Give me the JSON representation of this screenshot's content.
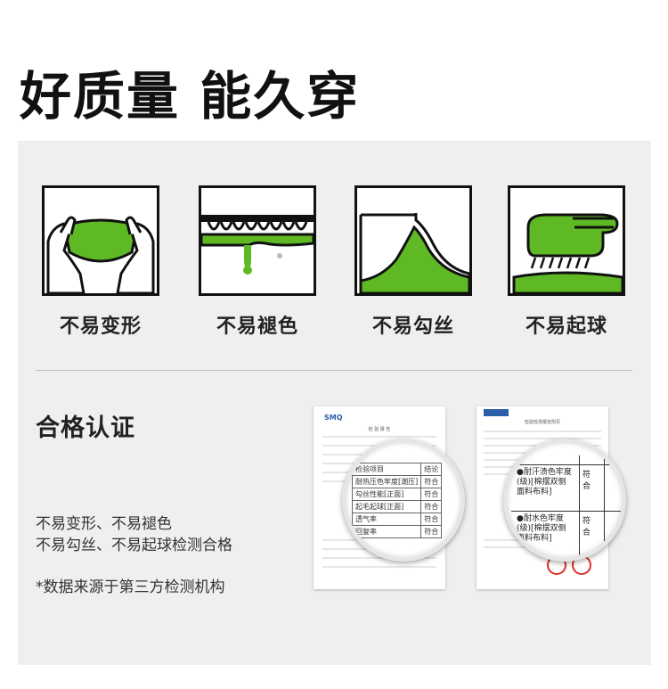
{
  "headline": "好质量 能久穿",
  "features": [
    {
      "label": "不易变形",
      "icon": "stretch-hands-icon"
    },
    {
      "label": "不易褪色",
      "icon": "color-drip-icon"
    },
    {
      "label": "不易勾丝",
      "icon": "snag-fabric-icon"
    },
    {
      "label": "不易起球",
      "icon": "brush-fabric-icon"
    }
  ],
  "certification": {
    "title": "合格认证",
    "desc_line1": "不易变形、不易褪色",
    "desc_line2": "不易勾丝、不易起球检测合格",
    "note": "*数据来源于第三方检测机构"
  },
  "report_left": {
    "brand": "SMQ",
    "heading": "检 验 报 告",
    "magnified_rows": [
      [
        "检验项目",
        "结论"
      ],
      [
        "耐热压色牢度[潮压]",
        "符合"
      ],
      [
        "勾丝性能[正面]",
        "符合"
      ],
      [
        "起毛起球[正面]",
        "符合"
      ],
      [
        "透气率",
        "符合"
      ],
      [
        "回复率",
        "符合"
      ]
    ]
  },
  "report_right": {
    "heading": "检验检测报告附页",
    "magnified_rows": [
      {
        "text": "●耐汗渍色牢度(级)[棉摆双侧面料布料]",
        "result": "符合"
      },
      {
        "text": "●耐水色牢度(级)[棉摆双侧面料布料]",
        "result": "符合"
      }
    ]
  },
  "colors": {
    "accent_green": "#5fb925",
    "outline": "#111111",
    "panel_bg": "#efefef",
    "stamp_red": "#d9302b"
  }
}
